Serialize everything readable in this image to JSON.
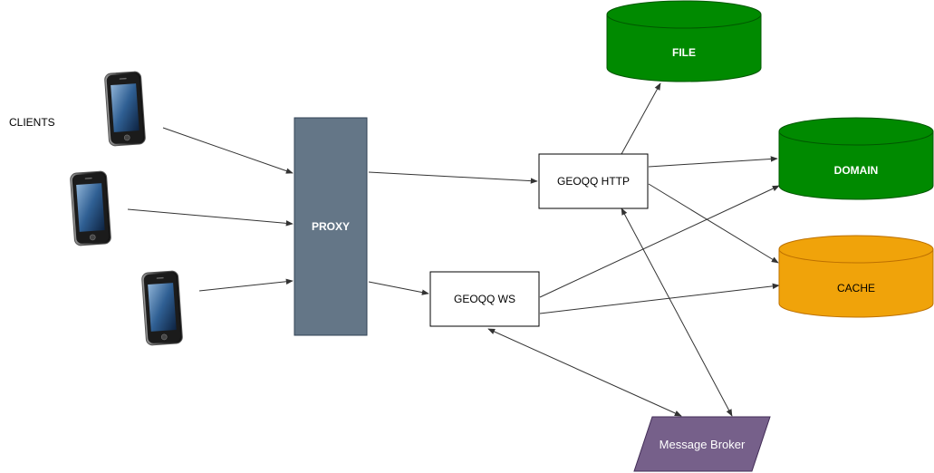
{
  "labels": {
    "clients": "CLIENTS",
    "proxy": "PROXY",
    "http": "GEOQQ HTTP",
    "ws": "GEOQQ WS",
    "file": "FILE",
    "domain": "DOMAIN",
    "cache": "CACHE",
    "broker": "Message Broker"
  },
  "colors": {
    "proxy_fill": "#647687",
    "proxy_stroke": "#314354",
    "db_green_fill": "#008a00",
    "db_green_stroke": "#005700",
    "db_orange_fill": "#f0a30a",
    "db_orange_stroke": "#bd7000",
    "broker_fill": "#76608a",
    "broker_stroke": "#432d57",
    "edge": "#333333"
  },
  "icons": [
    "smartphone-icon",
    "smartphone-icon",
    "smartphone-icon"
  ]
}
